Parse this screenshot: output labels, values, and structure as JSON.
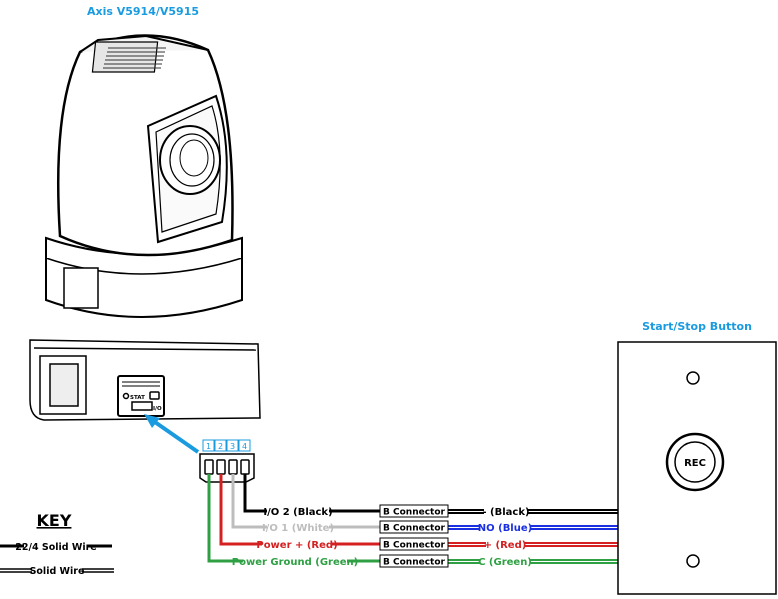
{
  "camera": {
    "title": "Axis V5914/V5915"
  },
  "base": {
    "stat_label": "STAT",
    "io_label": "I/O"
  },
  "connector_block": {
    "pins": [
      "1",
      "2",
      "3",
      "4"
    ]
  },
  "wires": [
    {
      "camera_label": "I/O 2 (Black)",
      "connector": "B Connector",
      "button_label": "- (Black)",
      "color": "#000000"
    },
    {
      "camera_label": "I/O 1 (White)",
      "connector": "B Connector",
      "button_label": "NO (Blue)",
      "color": "#bdbdbd",
      "button_color": "#1a2fe0"
    },
    {
      "camera_label": "Power + (Red)",
      "connector": "B Connector",
      "button_label": "+ (Red)",
      "color": "#d42020"
    },
    {
      "camera_label": "Power Ground (Green)",
      "connector": "B Connector",
      "button_label": "C (Green)",
      "color": "#2ea043"
    }
  ],
  "button": {
    "title": "Start/Stop Button",
    "rec_label": "REC"
  },
  "key": {
    "title": "KEY",
    "items": [
      "22/4 Solid Wire",
      "Solid Wire"
    ]
  },
  "colors": {
    "accent": "#1a9be0",
    "black": "#000000",
    "white": "#bdbdbd",
    "red": "#d42020",
    "green": "#2ea043",
    "blue": "#1a2fe0"
  }
}
